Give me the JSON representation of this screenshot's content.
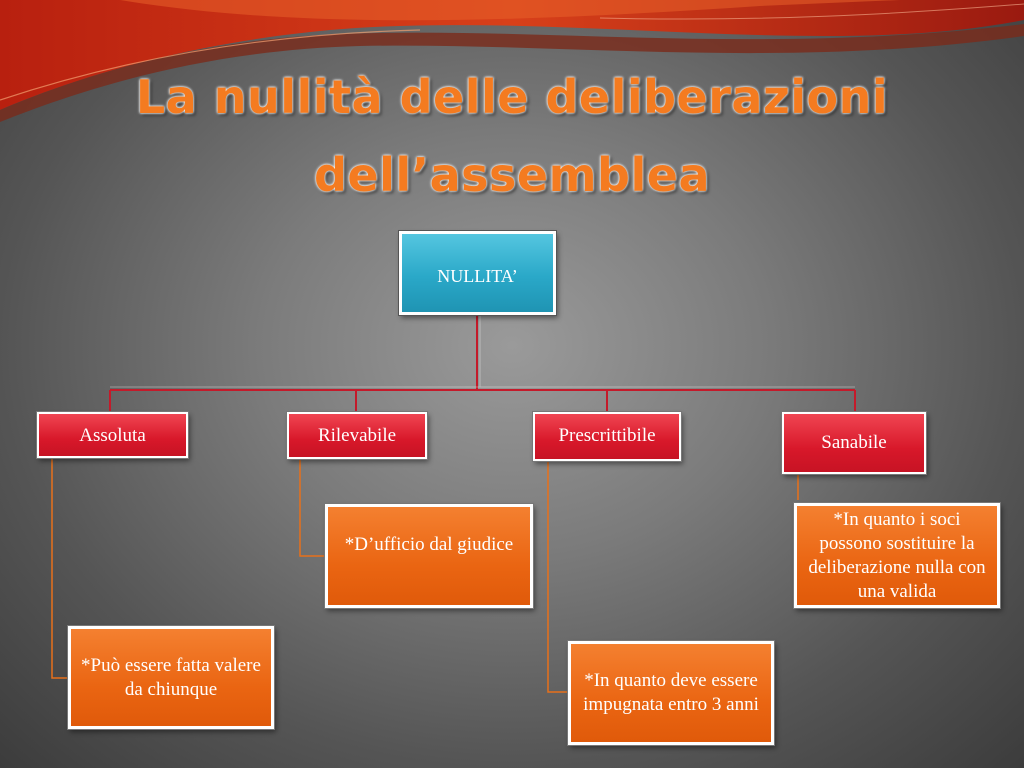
{
  "slide": {
    "title_line1": "La nullità delle deliberazioni",
    "title_line2": "dell’assemblea"
  },
  "diagram": {
    "root": "NULLITA’",
    "categories": [
      {
        "label": "Assoluta",
        "note": "*Può essere fatta valere da chiunque"
      },
      {
        "label": "Rilevabile",
        "note": "*D’ufficio dal giudice"
      },
      {
        "label": "Prescrittibile",
        "note": "*In quanto deve essere impugnata entro 3 anni"
      },
      {
        "label": "Sanabile",
        "note": "*In quanto i soci possono sostituire la deliberazione nulla con una valida"
      }
    ]
  },
  "colors": {
    "title": "#f47b20",
    "root_box": "#2aa8c8",
    "category_box": "#d8182a",
    "note_box": "#ea6512",
    "tree_line": "#c41a2a",
    "note_line": "#e8701a"
  }
}
